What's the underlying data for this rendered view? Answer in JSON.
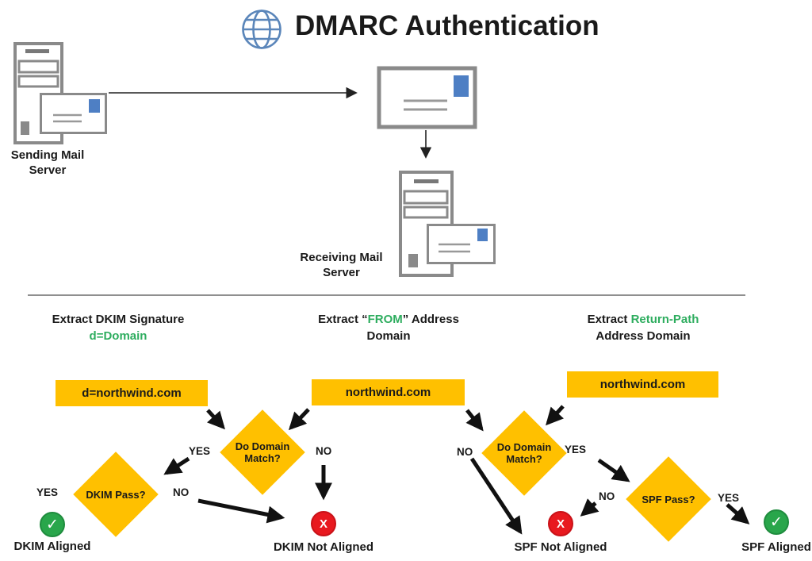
{
  "title": "DMARC Authentication",
  "servers": {
    "sending_label": "Sending Mail Server",
    "receiving_label": "Receiving Mail Server"
  },
  "columns": {
    "dkim": {
      "header": "Extract DKIM Signature",
      "header_sub_green": "d=Domain",
      "box": "d=northwind.com"
    },
    "from": {
      "header_prefix": "Extract “",
      "header_green": "FROM",
      "header_suffix": "” Address",
      "header_sub": "Domain",
      "box": "northwind.com"
    },
    "return_path": {
      "header_prefix": "Extract ",
      "header_green": "Return-Path",
      "header_sub": "Address Domain",
      "box": "northwind.com"
    }
  },
  "flow": {
    "yes": "YES",
    "no": "NO",
    "d1": {
      "l1": "Do Domain",
      "l2": "Match?"
    },
    "d2": {
      "l1": "DKIM Pass?",
      "l2": ""
    },
    "d3": {
      "l1": "Do Domain",
      "l2": "Match?"
    },
    "d4": {
      "l1": "SPF Pass?",
      "l2": ""
    },
    "results": {
      "dkim_aligned": "DKIM Aligned",
      "dkim_not_aligned": "DKIM Not Aligned",
      "spf_not_aligned": "SPF Not Aligned",
      "spf_aligned": "SPF Aligned"
    },
    "marks": {
      "pass": "✓",
      "fail": "X"
    }
  },
  "colors": {
    "gold": "#FFC000",
    "green_text": "#2EAD5F",
    "green_circle": "#29A64B",
    "red_circle": "#E8191F",
    "stamp_blue": "#4E7FC4",
    "globe_blue": "#5B86BA",
    "icon_gray": "#8A8A8A"
  }
}
